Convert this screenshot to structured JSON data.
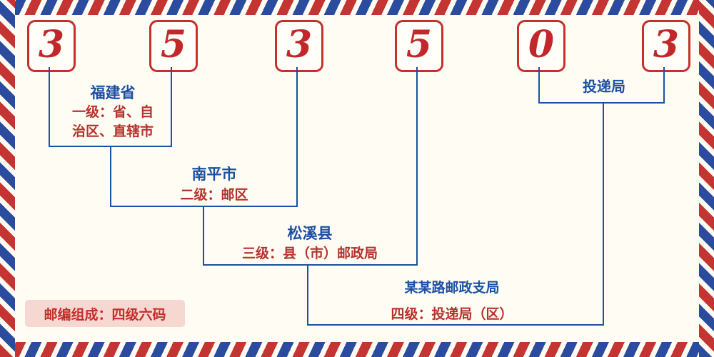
{
  "postal_code": {
    "digits": [
      "3",
      "5",
      "3",
      "5",
      "0",
      "3"
    ]
  },
  "levels": [
    {
      "name": "福建省",
      "desc_lines": [
        "一级：省、自",
        "治区、直辖市"
      ]
    },
    {
      "name": "南平市",
      "desc": "二级：邮区"
    },
    {
      "name": "松溪县",
      "desc": "三级：县（市）邮政局"
    },
    {
      "name": "投递局",
      "branch": "某某路邮政支局",
      "desc": "四级：投递局（区）"
    }
  ],
  "footer": {
    "composition": "邮编组成：四级六码"
  },
  "colors": {
    "digit_red": "#c2282a",
    "line_blue": "#1d4fa2",
    "desc_red": "#b5322d",
    "badge_pink": "#f6d7d2",
    "background_cream": "#fffdf3"
  }
}
